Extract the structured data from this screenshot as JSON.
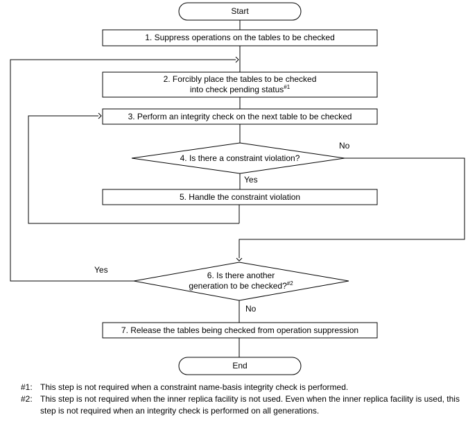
{
  "diagram": {
    "title": "Integrity check procedure flowchart",
    "type": "flowchart",
    "colors": {
      "stroke": "#000000",
      "fill": "#ffffff",
      "text": "#000000"
    },
    "nodes": {
      "start": {
        "label": "Start",
        "shape": "terminator"
      },
      "step1": {
        "label": "1. Suppress operations on the tables to be checked",
        "shape": "process"
      },
      "step2_line1": "2. Forcibly place the tables to be checked",
      "step2_line2": "into check pending status",
      "step2_superscript": "#1",
      "step3": {
        "label": "3. Perform an integrity check on the next table to be checked",
        "shape": "process"
      },
      "step4": {
        "label": "4. Is there a constraint violation?",
        "shape": "decision"
      },
      "step5": {
        "label": "5. Handle the constraint violation",
        "shape": "process"
      },
      "step6_line1": "6. Is there another",
      "step6_line2": "generation to be checked?",
      "step6_superscript": "#2",
      "step7": {
        "label": "7. Release the tables being checked from operation suppression",
        "shape": "process"
      },
      "end": {
        "label": "End",
        "shape": "terminator"
      }
    },
    "edge_labels": {
      "step4_no": "No",
      "step4_yes": "Yes",
      "step6_yes": "Yes",
      "step6_no": "No"
    }
  },
  "footnotes": [
    {
      "marker": "#1:",
      "text": "This step is not required when a constraint name-basis integrity check is performed."
    },
    {
      "marker": "#2:",
      "text": "This step is not required when the inner replica facility is not used. Even when the inner replica facility is used, this step is not required when an integrity check is performed on all generations."
    }
  ]
}
